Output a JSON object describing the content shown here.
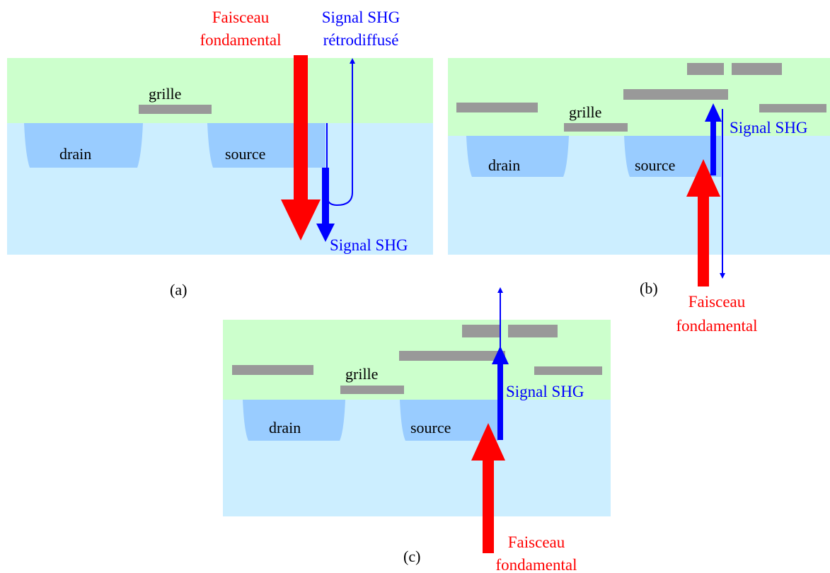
{
  "colors": {
    "oxide": "#ccffcc",
    "substrate": "#cceeff",
    "well": "#99ccff",
    "metal": "#999999",
    "fundamental": "#ff0000",
    "shg": "#0000ff",
    "text": "#000000"
  },
  "panels": {
    "a": {
      "caption": "(a)",
      "grille": "grille",
      "drain": "drain",
      "source": "source",
      "fundamental_label": [
        "Faisceau",
        "fondamental"
      ],
      "backscattered_label": [
        "Signal SHG",
        "rétrodiffusé"
      ],
      "shg_label": "Signal SHG"
    },
    "b": {
      "caption": "(b)",
      "grille": "grille",
      "drain": "drain",
      "source": "source",
      "shg_label": "Signal SHG",
      "fundamental_label": [
        "Faisceau",
        "fondamental"
      ]
    },
    "c": {
      "caption": "(c)",
      "grille": "grille",
      "drain": "drain",
      "source": "source",
      "shg_label": "Signal SHG",
      "fundamental_label": [
        "Faisceau",
        "fondamental"
      ]
    }
  }
}
